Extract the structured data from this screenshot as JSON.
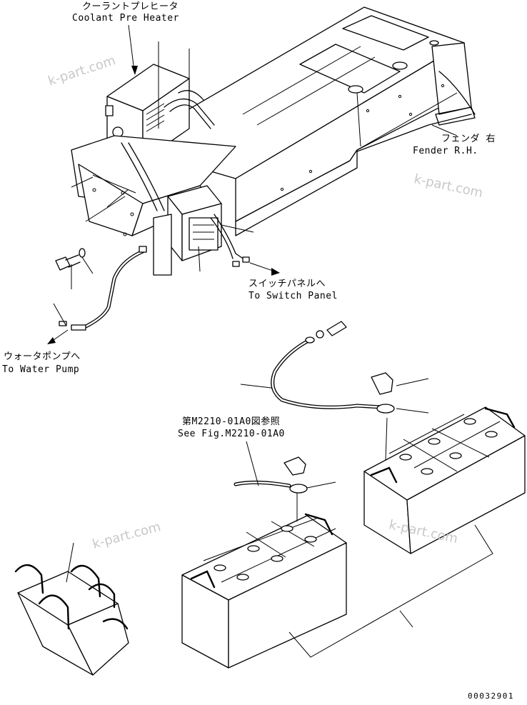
{
  "labels": {
    "coolant_preheater_jp": "クーラントプレヒータ",
    "coolant_preheater_en": "Coolant Pre Heater",
    "fender_jp": "フェンダ 右",
    "fender_en": "Fender R.H.",
    "switch_panel_jp": "スイッチパネルへ",
    "switch_panel_en": "To Switch Panel",
    "water_pump_jp": "ウォータポンプへ",
    "water_pump_en": "To Water Pump",
    "see_fig_jp": "第M2210-01A0図参照",
    "see_fig_en": "See Fig.M2210-01A0",
    "drawing_number": "00032901"
  },
  "watermarks": {
    "text": "k-part.com"
  }
}
